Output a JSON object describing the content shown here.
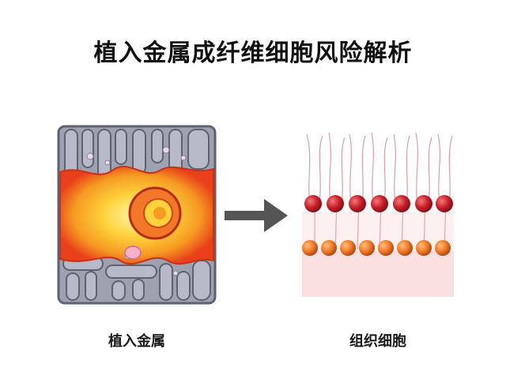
{
  "title": "植入金属成纤维细胞风险解析",
  "labels": {
    "metal": "植入金属",
    "cell": "组织细胞"
  },
  "colors": {
    "metal_gray": "#8e93a3",
    "metal_light": "#c9ccd6",
    "inflammation_orange": "#f05a1e",
    "inflammation_yellow": "#ffd23c",
    "membrane_red": "#c81e28",
    "membrane_orange": "#f07828",
    "arrow": "#555555"
  },
  "icons": {
    "arrow": "right-arrow-icon"
  }
}
